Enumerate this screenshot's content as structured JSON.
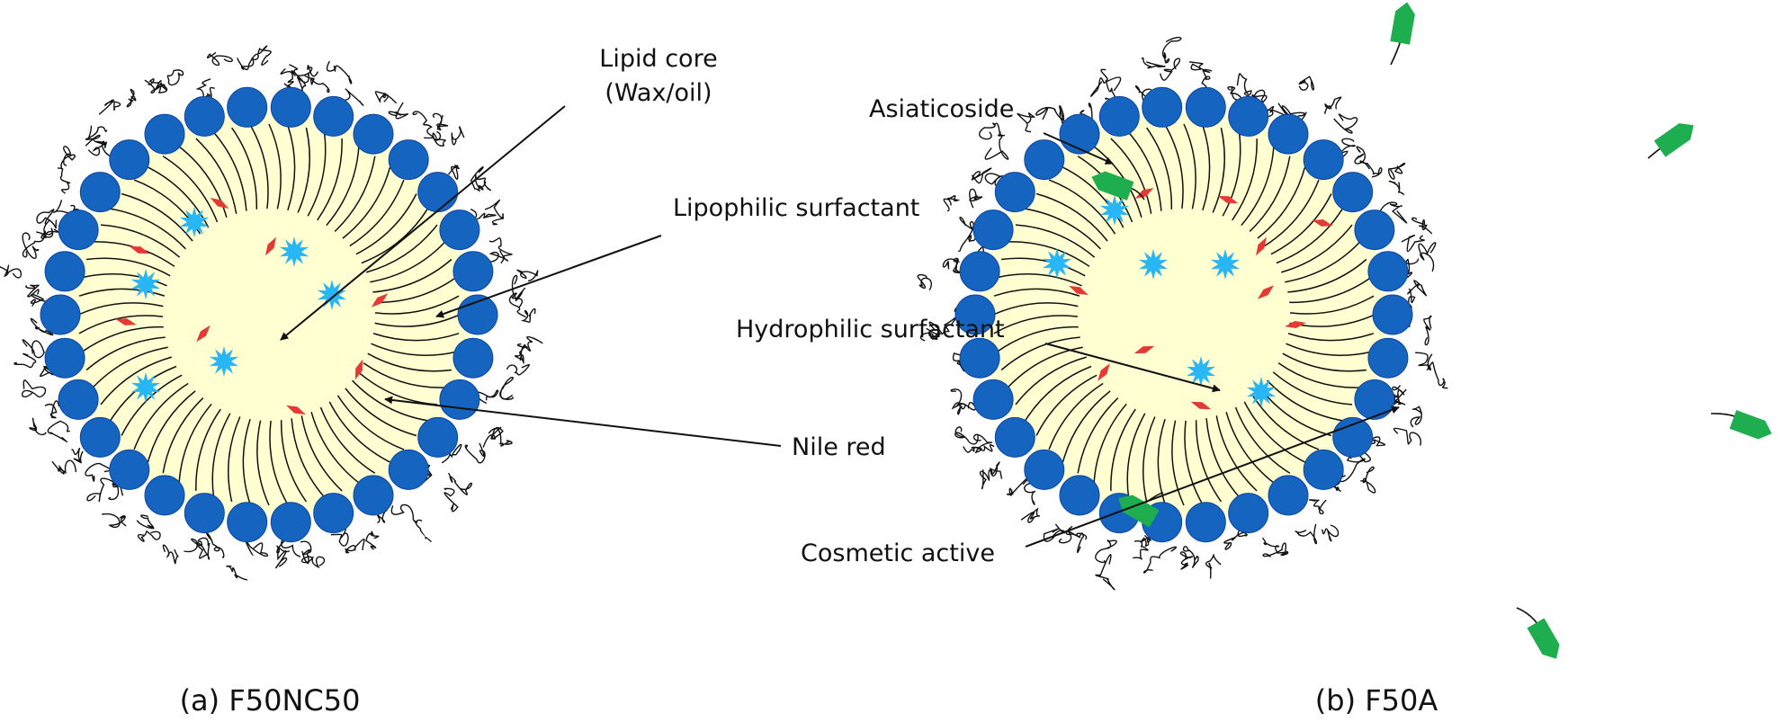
{
  "labels": {
    "lipid_core_line1": "Lipid core",
    "lipid_core_line2": "(Wax/oil)",
    "lipophilic": "Lipophilic surfactant",
    "nile_red": "Nile red",
    "asiaticoside": "Asiaticoside",
    "hydrophilic": "Hydrophilic surfactant",
    "cosmetic_active": "Cosmetic active"
  },
  "captions": {
    "a": "(a) F50NC50",
    "b": "(b) F50A"
  },
  "colors": {
    "core": "#ffffd2",
    "head": "#1565c0",
    "head_stroke": "#0d47a1",
    "cosmetic_active": "#29b6f6",
    "nile_red": "#e53935",
    "asiaticoside": "#1fae4f",
    "tail": "#111111"
  },
  "icons": {
    "cosmetic_active": "blue-star-icon",
    "nile_red": "red-diamond-icon",
    "asiaticoside": "green-pentagon-tag-icon"
  }
}
